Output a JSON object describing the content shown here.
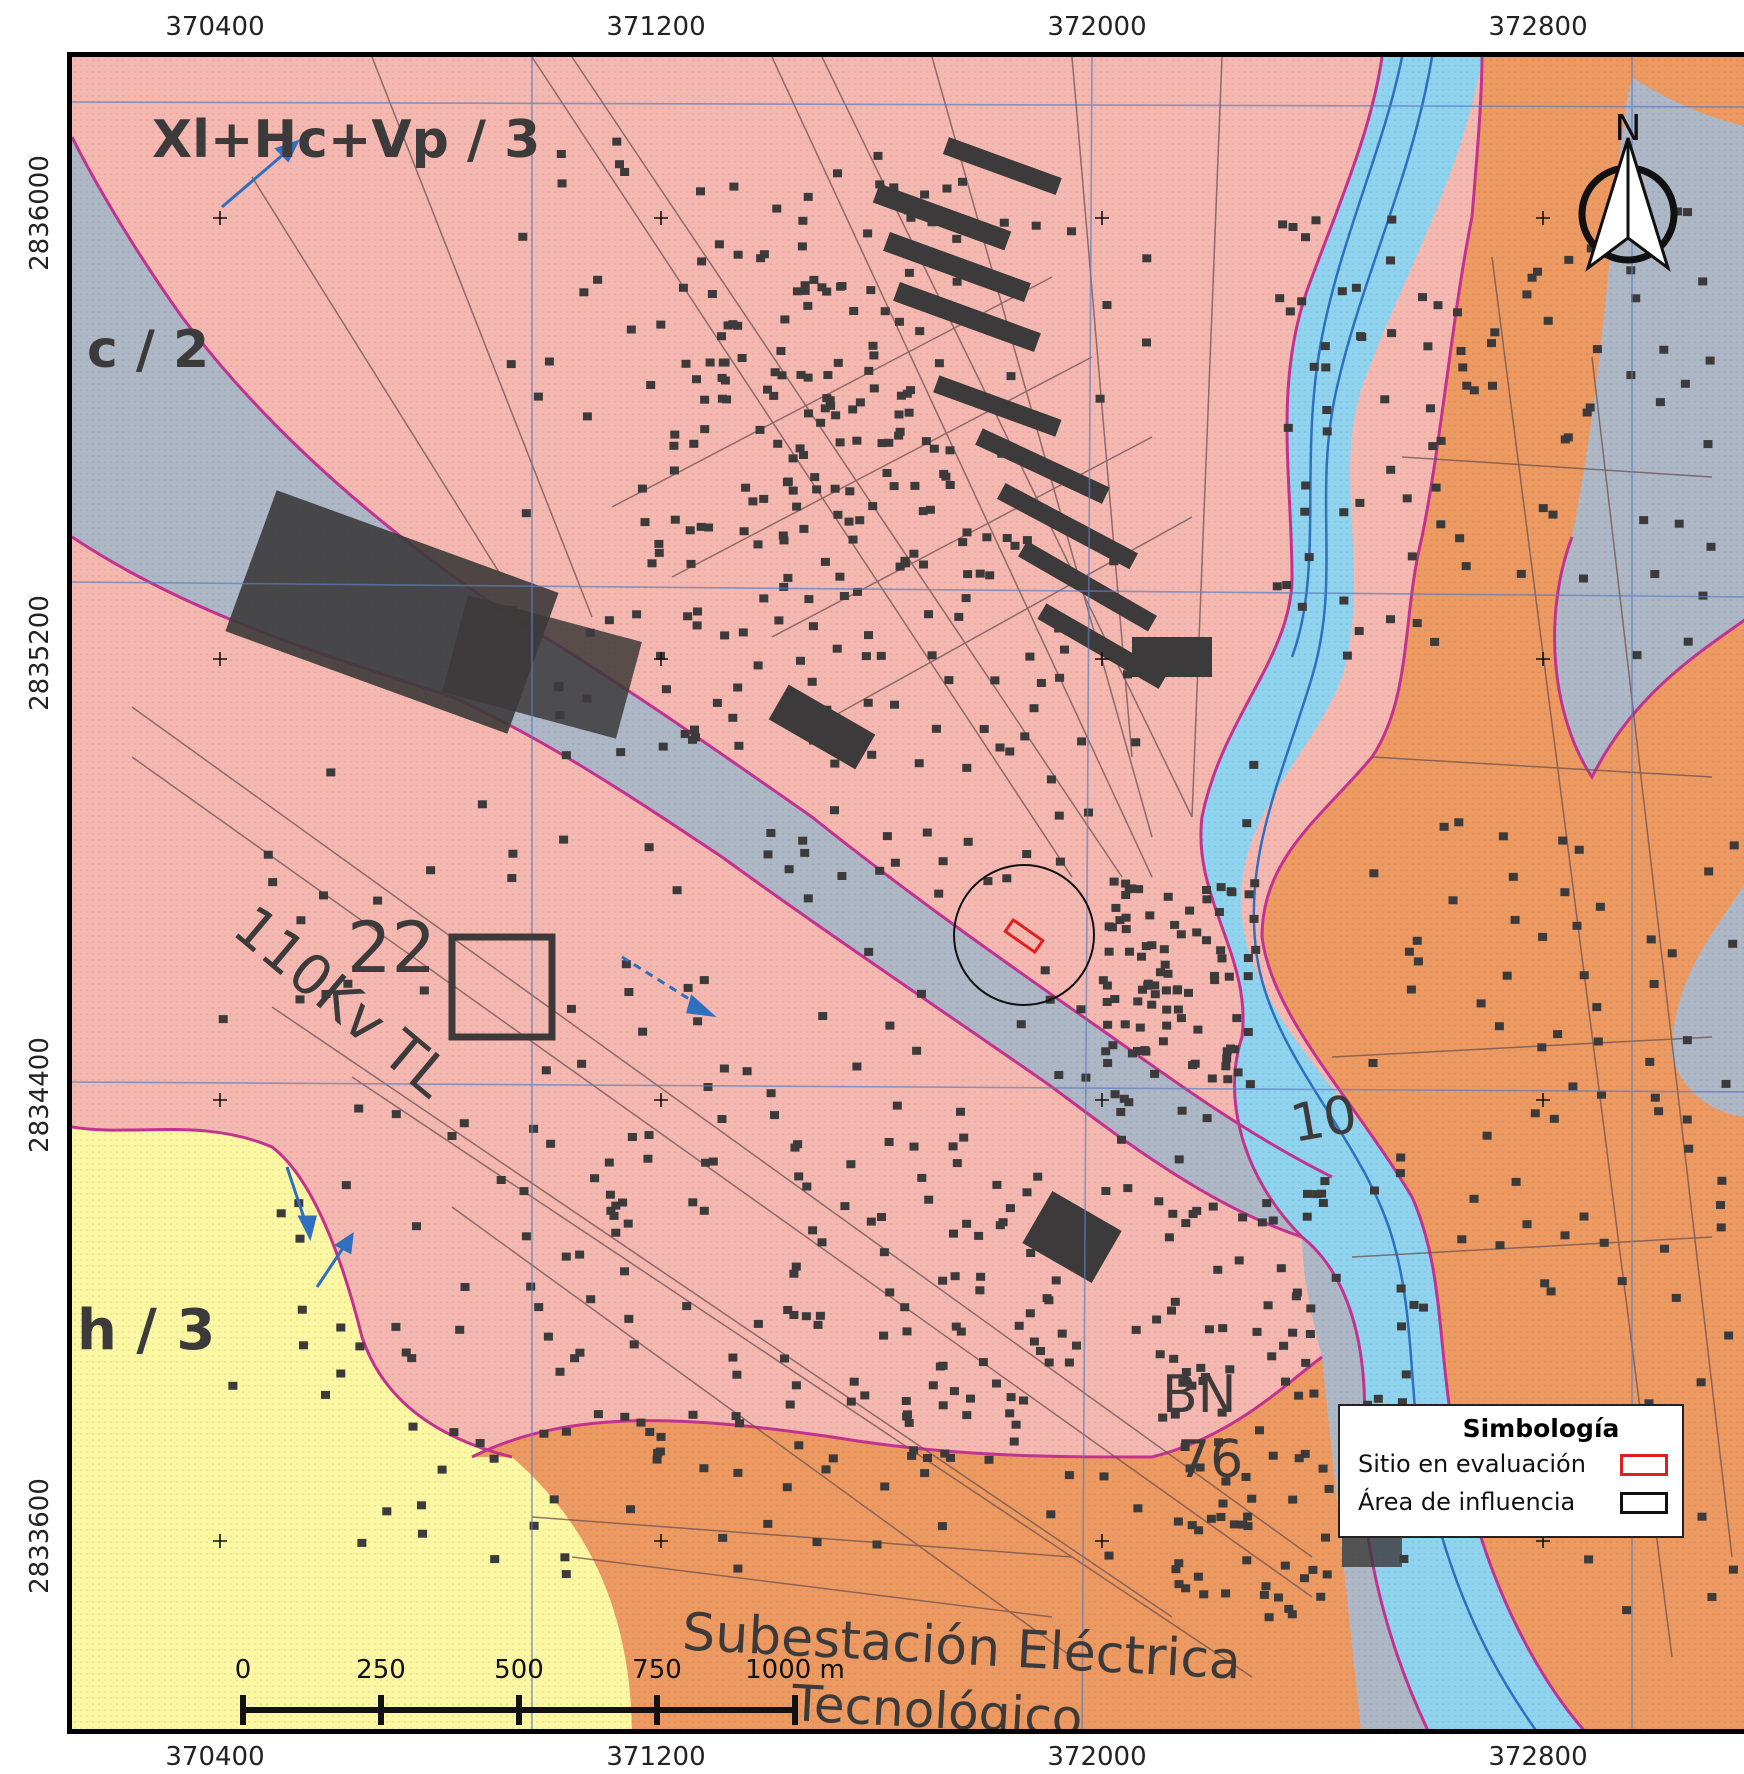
{
  "coordinates": {
    "x_labels": [
      "370400",
      "371200",
      "372000",
      "372800"
    ],
    "y_labels": [
      "2836000",
      "2835200",
      "2834400",
      "2833600"
    ]
  },
  "map_labels": {
    "unit_top": "Xl+Hc+Vp / 3",
    "unit_left": "c / 2",
    "unit_yellow": "h / 3",
    "number_22": "22",
    "powerline": "110Kv TL",
    "bn_label": "BN",
    "bn_number": "76",
    "number_10": "10",
    "substation_1": "Subestación Eléctrica",
    "substation_2": "Tecnológico"
  },
  "north_arrow": {
    "label": "N"
  },
  "scale_bar": {
    "ticks": [
      "0",
      "250",
      "500",
      "750"
    ],
    "end_label": "1000 m"
  },
  "legend": {
    "title": "Simbología",
    "items": [
      {
        "label": "Sitio en evaluación",
        "color": "#e02020"
      },
      {
        "label": "Área de influencia",
        "color": "#111111"
      }
    ]
  },
  "colors": {
    "urban_pink": "#f4b8b0",
    "alluvial_gray": "#aeb7c6",
    "river_blue": "#8fd3ef",
    "volcanic_orange": "#ec9a62",
    "yellow_unit": "#fbf7a3",
    "building_dark": "#3c3a3a",
    "grid_blue": "#5b7ec0",
    "boundary_magenta": "#c2338f"
  }
}
